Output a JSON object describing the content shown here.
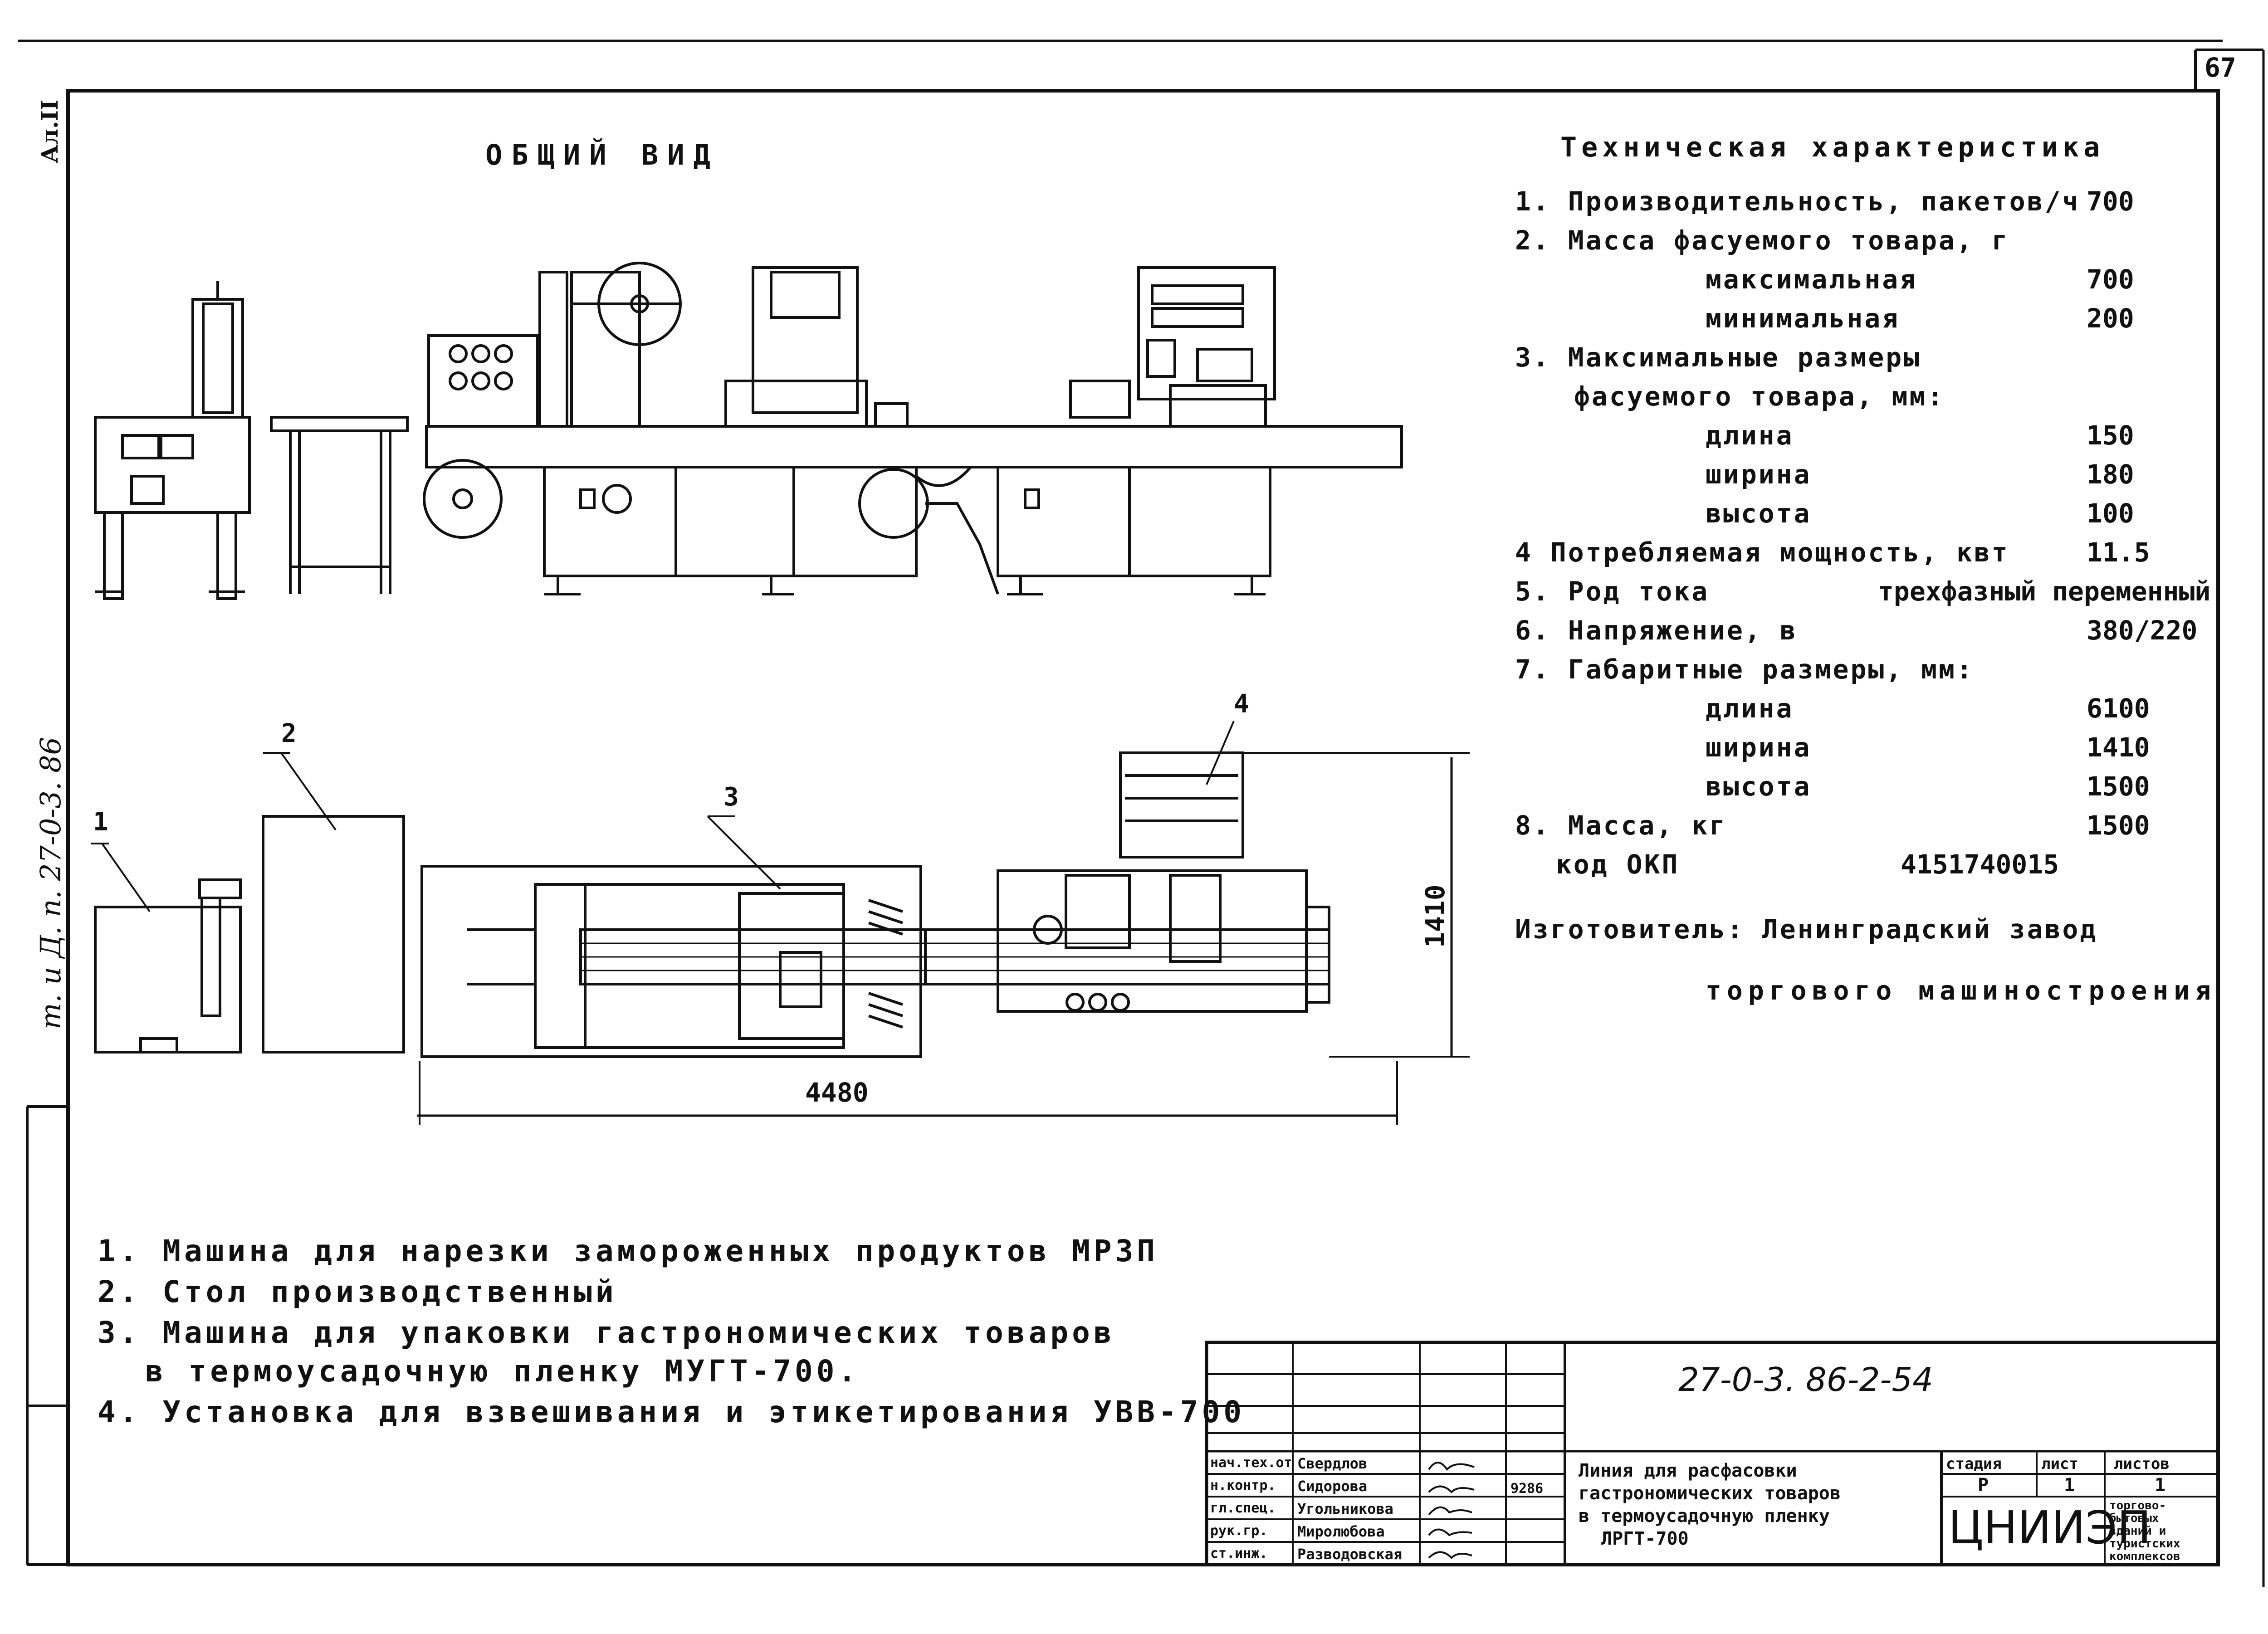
{
  "sheet": {
    "page_number": "67",
    "side_code": "Ал.II",
    "side_album": "т. и Д. п. 27-0-3. 86"
  },
  "general_view": {
    "title": "ОБЩИЙ ВИД"
  },
  "callouts": [
    "1",
    "2",
    "3",
    "4"
  ],
  "dimensions": {
    "length": "4480",
    "width": "1410"
  },
  "specs": {
    "title": "Техническая характеристика",
    "rows": [
      {
        "label": "1.  Производительность, пакетов/ч",
        "value": "700"
      },
      {
        "label": "2.  Масса фасуемого товара, г",
        "value": ""
      },
      {
        "label": "максимальная",
        "value": "700"
      },
      {
        "label": "минимальная",
        "value": "200"
      },
      {
        "label": "3.  Максимальные размеры",
        "value": ""
      },
      {
        "label": "фасуемого товара, мм:",
        "value": ""
      },
      {
        "label": "длина",
        "value": "150"
      },
      {
        "label": "ширина",
        "value": "180"
      },
      {
        "label": "высота",
        "value": "100"
      },
      {
        "label": "4   Потребляемая мощность, квт",
        "value": "11.5"
      },
      {
        "label": "5.  Род тока",
        "value": "трехфазный переменный"
      },
      {
        "label": "6.  Напряжение, в",
        "value": "380/220"
      },
      {
        "label": "7.  Габаритные размеры, мм:",
        "value": ""
      },
      {
        "label": "длина",
        "value": "6100"
      },
      {
        "label": "ширина",
        "value": "1410"
      },
      {
        "label": "высота",
        "value": "1500"
      },
      {
        "label": "8.  Масса, кг",
        "value": "1500"
      },
      {
        "label": "код   ОКП",
        "value": "4151740015"
      }
    ],
    "manufacturer_line1": "Изготовитель: Ленинградский завод",
    "manufacturer_line2": "торгового машиностроения"
  },
  "legend": [
    "1.   Машина для нарезки замороженных продуктов МРЗП",
    "2.   Стол производственный",
    "3.   Машина для упаковки гастрономических товаров",
    "в термоусадочную пленку МУГТ-700.",
    "4.   Установка для взвешивания и этикетирования УВВ-700"
  ],
  "stamp": {
    "code": "27-0-3. 86-2-54",
    "description": [
      "Линия для расфасовки",
      "гастрономических товаров",
      "в термоусадочную пленку",
      "ЛРГТ-700"
    ],
    "roles": [
      "нач.тех.от",
      "н.контр.",
      "гл.спец.",
      "рук.гр.",
      "ст.инж."
    ],
    "names": [
      "Свердлов",
      "Сидорова",
      "Угольникова",
      "Миролюбова",
      "Разводовская"
    ],
    "extra": "9286",
    "headers": {
      "stage": "стадия",
      "sheet": "лист",
      "sheets": "листов"
    },
    "stage": "Р",
    "sheet": "1",
    "sheets": "1",
    "org": "ЦНИИЭП",
    "org_sub": [
      "торгово-",
      "бытовых",
      "зданий и",
      "туристских",
      "комплексов"
    ]
  }
}
